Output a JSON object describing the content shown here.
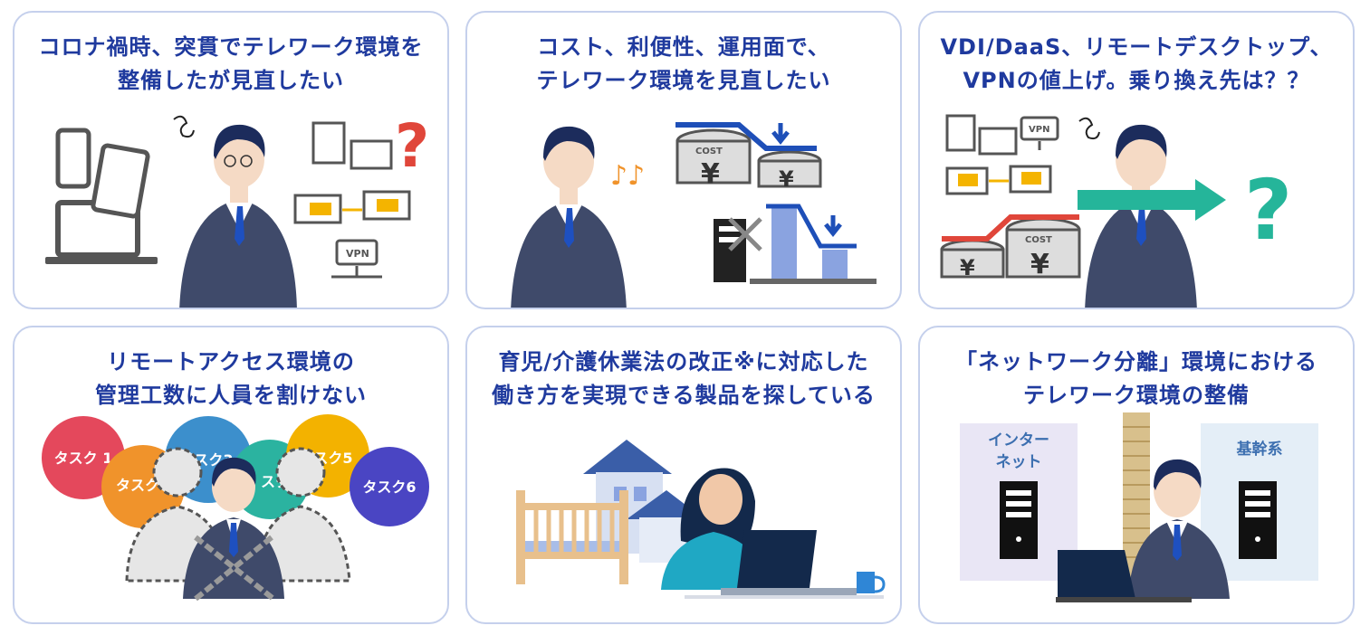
{
  "cards": [
    {
      "line1": "コロナ禍時、突貫でテレワーク環境を",
      "line2": "整備したが見直したい"
    },
    {
      "line1": "コスト、利便性、運用面で、",
      "line2": "テレワーク環境を見直したい"
    },
    {
      "line1": "VDI/DaaS、リモートデスクトップ、",
      "line2": "VPNの値上げ。乗り換え先は？？"
    },
    {
      "line1": "リモートアクセス環境の",
      "line2": "管理工数に人員を割けない"
    },
    {
      "line1": "育児/介護休業法の改正※に対応した",
      "line2": "働き方を実現できる製品を探している"
    },
    {
      "line1": "「ネットワーク分離」環境における",
      "line2": "テレワーク環境の整備"
    }
  ],
  "labels": {
    "vpn": "VPN",
    "cost": "COST",
    "yen": "¥",
    "question": "?",
    "tasks": [
      "タスク 1",
      "タスク",
      "スク3",
      "スク",
      "スク5",
      "タスク6"
    ],
    "internet_line1": "インター",
    "internet_line2": "ネット",
    "core": "基幹系"
  },
  "colors": {
    "title": "#1f3a9e",
    "border": "#c5d0ec",
    "suit": "#3f4a6a",
    "question_red": "#e0463a",
    "question_green": "#25b59a",
    "arrow_blue": "#1e4fb8",
    "task_colors": [
      "#e4485c",
      "#f0932b",
      "#3c8fcc",
      "#2bb3a0",
      "#f3b200",
      "#4a45c3"
    ]
  }
}
